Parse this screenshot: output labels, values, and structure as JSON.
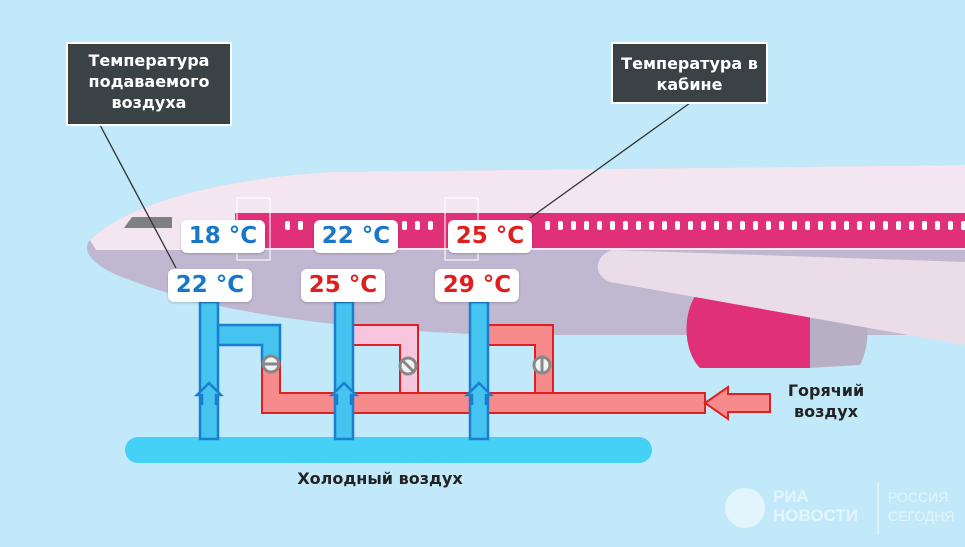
{
  "callouts": {
    "supply_air": "Температура подаваемого воздуха",
    "cabin": "Температура в кабине"
  },
  "cabin_temps": [
    "18 °C",
    "22 °C",
    "25 °C"
  ],
  "supply_temps": [
    "22 °C",
    "25 °C",
    "29 °C"
  ],
  "labels": {
    "hot_air": "Горячий воздух",
    "cold_air": "Холодный воздух"
  },
  "logo": {
    "line1": "РИА",
    "line2": "НОВОСТИ",
    "line3": "РОССИЯ",
    "line4": "СЕГОДНЯ"
  },
  "colors": {
    "background": "#c2e9f9",
    "fuselage_stripe": "#e0307a",
    "cold_pipe": "#45c4f0",
    "hot_pipe": "#f78a8a"
  }
}
